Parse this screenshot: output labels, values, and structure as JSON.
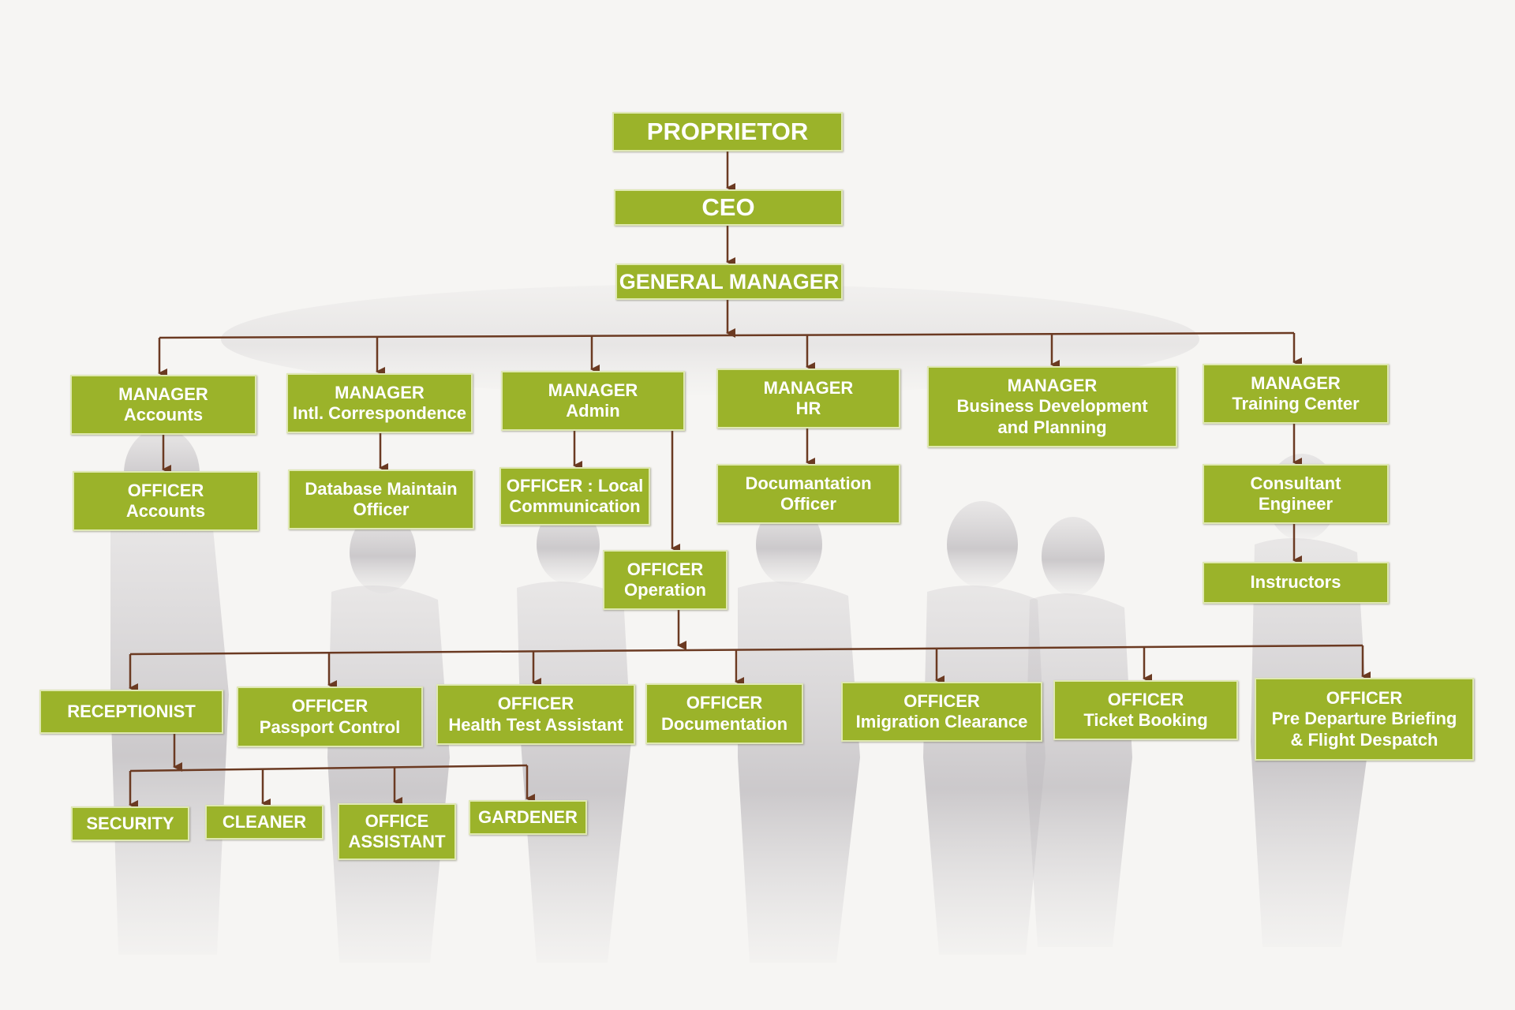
{
  "nodes": {
    "proprietor": [
      "PROPRIETOR"
    ],
    "ceo": [
      "CEO"
    ],
    "general_manager": [
      "GENERAL MANAGER"
    ],
    "manager_accounts": [
      "MANAGER",
      "Accounts"
    ],
    "manager_intl": [
      "MANAGER",
      "Intl. Correspondence"
    ],
    "manager_admin": [
      "MANAGER",
      "Admin"
    ],
    "manager_hr": [
      "MANAGER",
      "HR"
    ],
    "manager_bd": [
      "MANAGER",
      "Business Development",
      "and Planning"
    ],
    "manager_training": [
      "MANAGER",
      "Training Center"
    ],
    "officer_accounts": [
      "OFFICER",
      "Accounts"
    ],
    "database_officer": [
      "Database Maintain",
      "Officer"
    ],
    "officer_local": [
      "OFFICER : Local",
      "Communication"
    ],
    "documantation_officer": [
      "Documantation",
      "Officer"
    ],
    "consultant_engineer": [
      "Consultant",
      "Engineer"
    ],
    "instructors": [
      "Instructors"
    ],
    "officer_operation": [
      "OFFICER",
      "Operation"
    ],
    "receptionist": [
      "RECEPTIONIST"
    ],
    "officer_passport": [
      "OFFICER",
      "Passport Control"
    ],
    "officer_health": [
      "OFFICER",
      "Health Test Assistant"
    ],
    "officer_documentation": [
      "OFFICER",
      "Documentation"
    ],
    "officer_imigration": [
      "OFFICER",
      "Imigration Clearance"
    ],
    "officer_ticket": [
      "OFFICER",
      "Ticket Booking"
    ],
    "officer_predeparture": [
      "OFFICER",
      "Pre Departure Briefing",
      "& Flight Despatch"
    ],
    "security": [
      "SECURITY"
    ],
    "cleaner": [
      "CLEANER"
    ],
    "office_assistant": [
      "OFFICE",
      "ASSISTANT"
    ],
    "gardener": [
      "GARDENER"
    ]
  },
  "colors": {
    "box_fill": "#9bb32a",
    "box_border": "#dfe8b3",
    "box_text": "#ffffff",
    "connector": "#6b3a22",
    "background": "#f6f5f3",
    "silhouettes": "#c9c6c8"
  }
}
